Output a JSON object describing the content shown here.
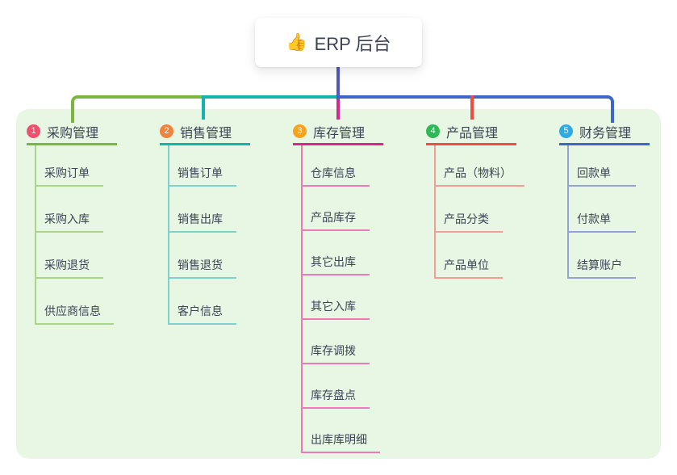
{
  "root": {
    "icon": "👍",
    "title": "ERP 后台"
  },
  "colors": {
    "page_background": "#ffffff",
    "panel_background": "#e8f6e4",
    "root_connector": "#5059c0",
    "text": "#3c4355"
  },
  "branches": [
    {
      "num": "1",
      "title": "采购管理",
      "badge_color": "#f0506e",
      "line_color": "#7db63e",
      "light_color": "#a9d687",
      "children": [
        "采购订单",
        "采购入库",
        "采购退货",
        "供应商信息"
      ]
    },
    {
      "num": "2",
      "title": "销售管理",
      "badge_color": "#f6813b",
      "line_color": "#14b3ab",
      "light_color": "#7fd2cc",
      "children": [
        "销售订单",
        "销售出库",
        "销售退货",
        "客户信息"
      ]
    },
    {
      "num": "3",
      "title": "库存管理",
      "badge_color": "#f9a21c",
      "line_color": "#d9268d",
      "light_color": "#ee79b6",
      "children": [
        "仓库信息",
        "产品库存",
        "其它出库",
        "其它入库",
        "库存调拨",
        "库存盘点",
        "出库库明细"
      ]
    },
    {
      "num": "4",
      "title": "产品管理",
      "badge_color": "#2eb857",
      "line_color": "#ef4d43",
      "light_color": "#f59d92",
      "children": [
        "产品（物料）",
        "产品分类",
        "产品单位"
      ]
    },
    {
      "num": "5",
      "title": "财务管理",
      "badge_color": "#2fabe3",
      "line_color": "#4065c8",
      "light_color": "#93a3d8",
      "children": [
        "回款单",
        "付款单",
        "结算账户"
      ]
    }
  ]
}
